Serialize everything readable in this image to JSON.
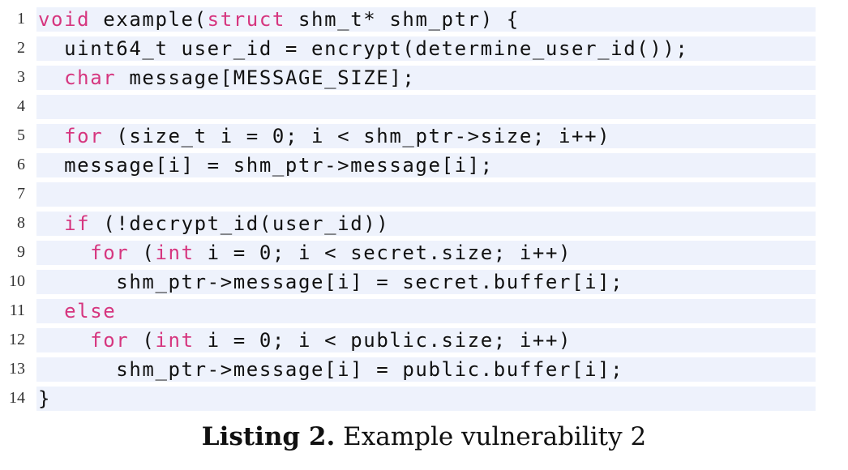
{
  "listing": {
    "lines": [
      {
        "number": "1",
        "tokens": [
          {
            "t": "void",
            "k": "kw"
          },
          {
            "t": " example("
          },
          {
            "t": "struct",
            "k": "kw"
          },
          {
            "t": " shm_t* shm_ptr) {"
          }
        ]
      },
      {
        "number": "2",
        "tokens": [
          {
            "t": "  uint64_t user_id = encrypt(determine_user_id());"
          }
        ]
      },
      {
        "number": "3",
        "tokens": [
          {
            "t": "  "
          },
          {
            "t": "char",
            "k": "kw"
          },
          {
            "t": " message[MESSAGE_SIZE];"
          }
        ]
      },
      {
        "number": "4",
        "tokens": []
      },
      {
        "number": "5",
        "tokens": [
          {
            "t": "  "
          },
          {
            "t": "for",
            "k": "kw"
          },
          {
            "t": " (size_t i = 0; i < shm_ptr->size; i++)"
          }
        ]
      },
      {
        "number": "6",
        "tokens": [
          {
            "t": "  message[i] = shm_ptr->message[i];"
          }
        ]
      },
      {
        "number": "7",
        "tokens": []
      },
      {
        "number": "8",
        "tokens": [
          {
            "t": "  "
          },
          {
            "t": "if",
            "k": "kw"
          },
          {
            "t": " (!decrypt_id(user_id))"
          }
        ]
      },
      {
        "number": "9",
        "tokens": [
          {
            "t": "    "
          },
          {
            "t": "for",
            "k": "kw"
          },
          {
            "t": " ("
          },
          {
            "t": "int",
            "k": "kw"
          },
          {
            "t": " i = 0; i < secret.size; i++)"
          }
        ]
      },
      {
        "number": "10",
        "tokens": [
          {
            "t": "      shm_ptr->message[i] = secret.buffer[i];"
          }
        ]
      },
      {
        "number": "11",
        "tokens": [
          {
            "t": "  "
          },
          {
            "t": "else",
            "k": "kw"
          }
        ]
      },
      {
        "number": "12",
        "tokens": [
          {
            "t": "    "
          },
          {
            "t": "for",
            "k": "kw"
          },
          {
            "t": " ("
          },
          {
            "t": "int",
            "k": "kw"
          },
          {
            "t": " i = 0; i < public.size; i++)"
          }
        ]
      },
      {
        "number": "13",
        "tokens": [
          {
            "t": "      shm_ptr->message[i] = public.buffer[i];"
          }
        ]
      },
      {
        "number": "14",
        "tokens": [
          {
            "t": "}"
          }
        ]
      }
    ],
    "colors": {
      "keyword": "#d6367f",
      "line_background": "#eef2fc",
      "text": "#111111"
    }
  },
  "caption": {
    "label": "Listing 2.",
    "text": "Example vulnerability 2"
  }
}
